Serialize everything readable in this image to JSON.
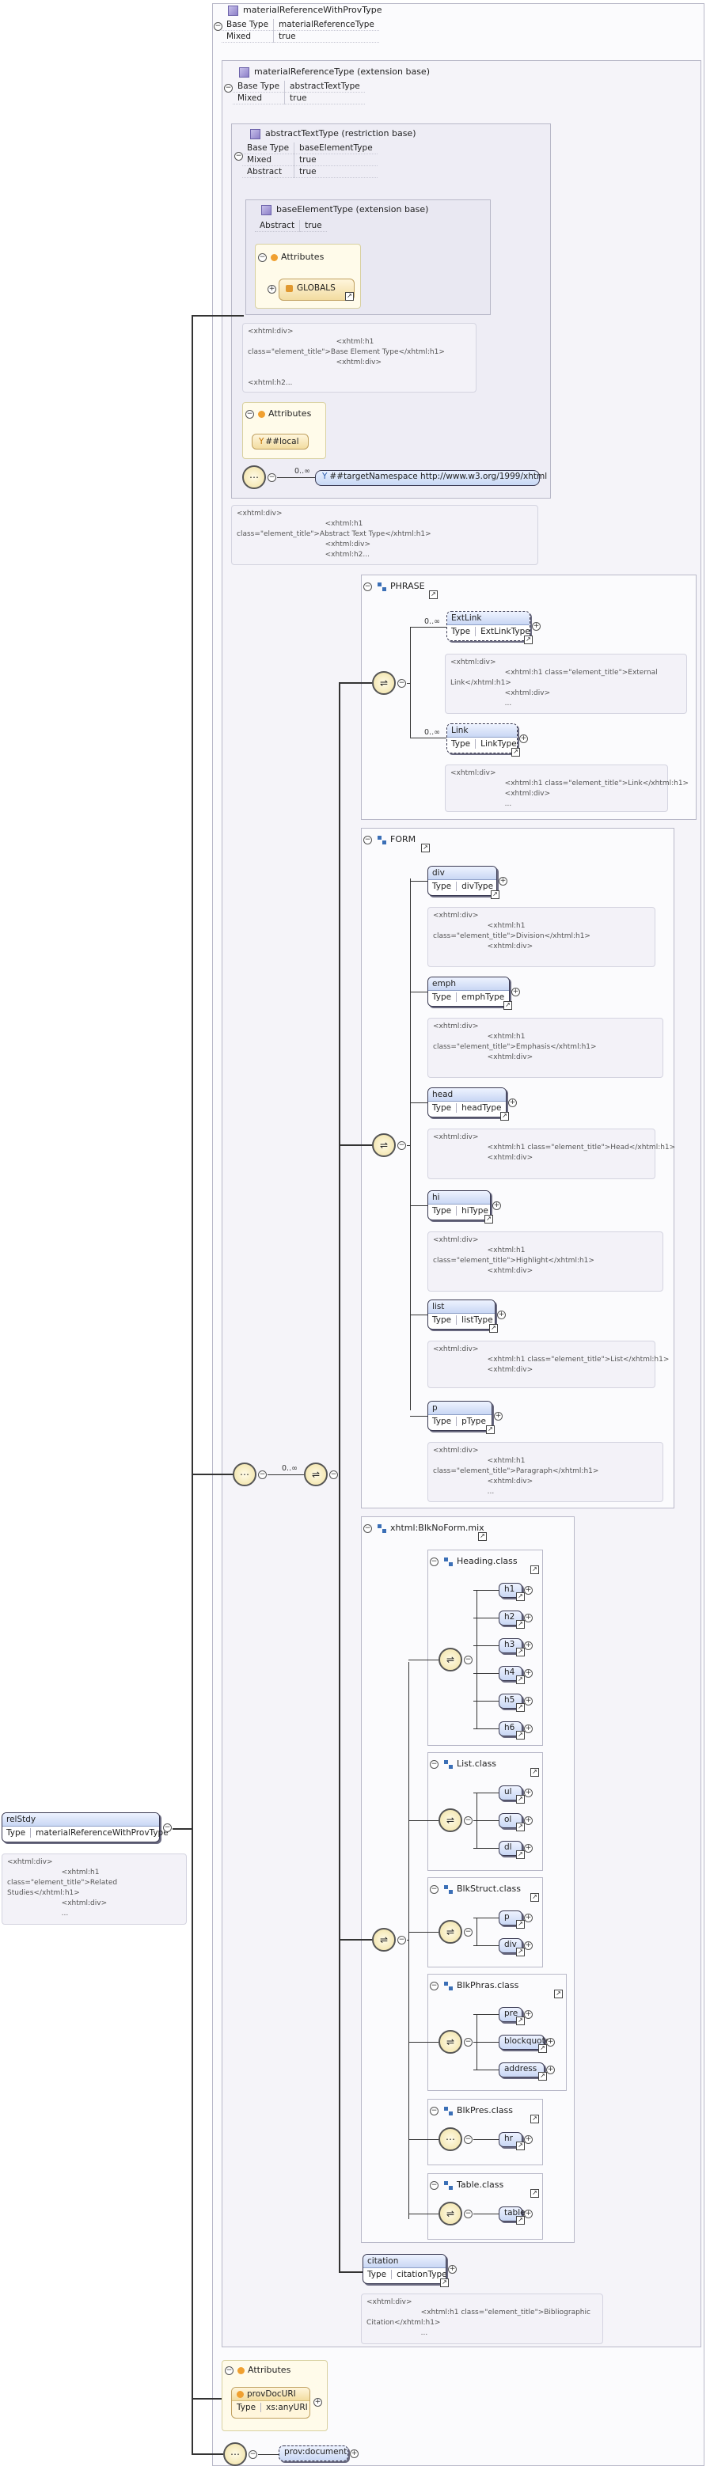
{
  "root_type": {
    "title": "materialReferenceWithProvType",
    "props": [
      [
        "Base Type",
        "materialReferenceType"
      ],
      [
        "Mixed",
        "true"
      ]
    ]
  },
  "material_ref": {
    "title": "materialReferenceType (extension base)",
    "props": [
      [
        "Base Type",
        "abstractTextType"
      ],
      [
        "Mixed",
        "true"
      ]
    ]
  },
  "abstract_text": {
    "title": "abstractTextType (restriction base)",
    "props": [
      [
        "Base Type",
        "baseElementType"
      ],
      [
        "Mixed",
        "true"
      ],
      [
        "Abstract",
        "true"
      ]
    ]
  },
  "base_element": {
    "title": "baseElementType (extension base)",
    "props": [
      [
        "Abstract",
        "true"
      ]
    ],
    "attributes_label": "Attributes",
    "globals_label": "GLOBALS"
  },
  "base_doc": {
    "lines": [
      "<xhtml:div>",
      "                                       <xhtml:h1",
      "class=\"element_title\">Base Element Type</xhtml:h1>",
      "                                       <xhtml:div>",
      "",
      "<xhtml:h2..."
    ]
  },
  "local_attrs": {
    "label": "Attributes",
    "item": "##local"
  },
  "any_elem": {
    "mult": "0..∞",
    "label": "##targetNamespace http://www.w3.org/1999/xhtml"
  },
  "abstract_doc": {
    "lines": [
      "<xhtml:div>",
      "                                       <xhtml:h1",
      "class=\"element_title\">Abstract Text Type</xhtml:h1>",
      "                                       <xhtml:div>",
      "                                       <xhtml:h2..."
    ]
  },
  "phrase": {
    "label": "PHRASE",
    "elements": [
      {
        "name": "ExtLink",
        "type": "ExtLinkType",
        "mult": "0..∞",
        "doc": [
          "<xhtml:div>",
          "                        <xhtml:h1 class=\"element_title\">External",
          "Link</xhtml:h1>",
          "                        <xhtml:div>",
          "                        ..."
        ]
      },
      {
        "name": "Link",
        "type": "LinkType",
        "mult": "0..∞",
        "doc": [
          "<xhtml:div>",
          "                        <xhtml:h1 class=\"element_title\">Link</xhtml:h1>",
          "                        <xhtml:div>",
          "                        ..."
        ]
      }
    ]
  },
  "form": {
    "label": "FORM",
    "elements": [
      {
        "name": "div",
        "type": "divType",
        "doc": [
          "<xhtml:div>",
          "                        <xhtml:h1",
          "class=\"element_title\">Division</xhtml:h1>",
          "                        <xhtml:div>"
        ]
      },
      {
        "name": "emph",
        "type": "emphType",
        "doc": [
          "<xhtml:div>",
          "                        <xhtml:h1",
          "class=\"element_title\">Emphasis</xhtml:h1>",
          "                        <xhtml:div>"
        ]
      },
      {
        "name": "head",
        "type": "headType",
        "doc": [
          "<xhtml:div>",
          "                        <xhtml:h1 class=\"element_title\">Head</xhtml:h1>",
          "                        <xhtml:div>"
        ]
      },
      {
        "name": "hi",
        "type": "hiType",
        "doc": [
          "<xhtml:div>",
          "                        <xhtml:h1",
          "class=\"element_title\">Highlight</xhtml:h1>",
          "                        <xhtml:div>"
        ]
      },
      {
        "name": "list",
        "type": "listType",
        "doc": [
          "<xhtml:div>",
          "                        <xhtml:h1 class=\"element_title\">List</xhtml:h1>",
          "                        <xhtml:div>"
        ]
      },
      {
        "name": "p",
        "type": "pType",
        "doc": [
          "<xhtml:div>",
          "                        <xhtml:h1",
          "class=\"element_title\">Paragraph</xhtml:h1>",
          "                        <xhtml:div>",
          "                        ..."
        ]
      }
    ]
  },
  "main_choice_mult": "0..∞",
  "blk": {
    "label": "xhtml:BlkNoForm.mix",
    "groups": [
      {
        "label": "Heading.class",
        "items": [
          "h1",
          "h2",
          "h3",
          "h4",
          "h5",
          "h6"
        ]
      },
      {
        "label": "List.class",
        "items": [
          "ul",
          "ol",
          "dl"
        ]
      },
      {
        "label": "BlkStruct.class",
        "items": [
          "p",
          "div"
        ]
      },
      {
        "label": "BlkPhras.class",
        "items": [
          "pre",
          "blockquote",
          "address"
        ]
      },
      {
        "label": "BlkPres.class",
        "items": [
          "hr"
        ]
      },
      {
        "label": "Table.class",
        "items": [
          "table"
        ]
      }
    ]
  },
  "citation": {
    "name": "citation",
    "type": "citationType",
    "doc": [
      "<xhtml:div>",
      "                        <xhtml:h1 class=\"element_title\">Bibliographic",
      "Citation</xhtml:h1>",
      "                        ..."
    ]
  },
  "relstdy": {
    "name": "relStdy",
    "type": "materialReferenceWithProvType",
    "doc": [
      "<xhtml:div>",
      "                        <xhtml:h1",
      "class=\"element_title\">Related",
      "Studies</xhtml:h1>",
      "                        <xhtml:div>",
      "                        ..."
    ]
  },
  "prov_attrs": {
    "label": "Attributes",
    "name": "provDocURI",
    "type_key": "Type",
    "type": "xs:anyURI"
  },
  "prov_document": "prov:document",
  "type_key": "Type"
}
